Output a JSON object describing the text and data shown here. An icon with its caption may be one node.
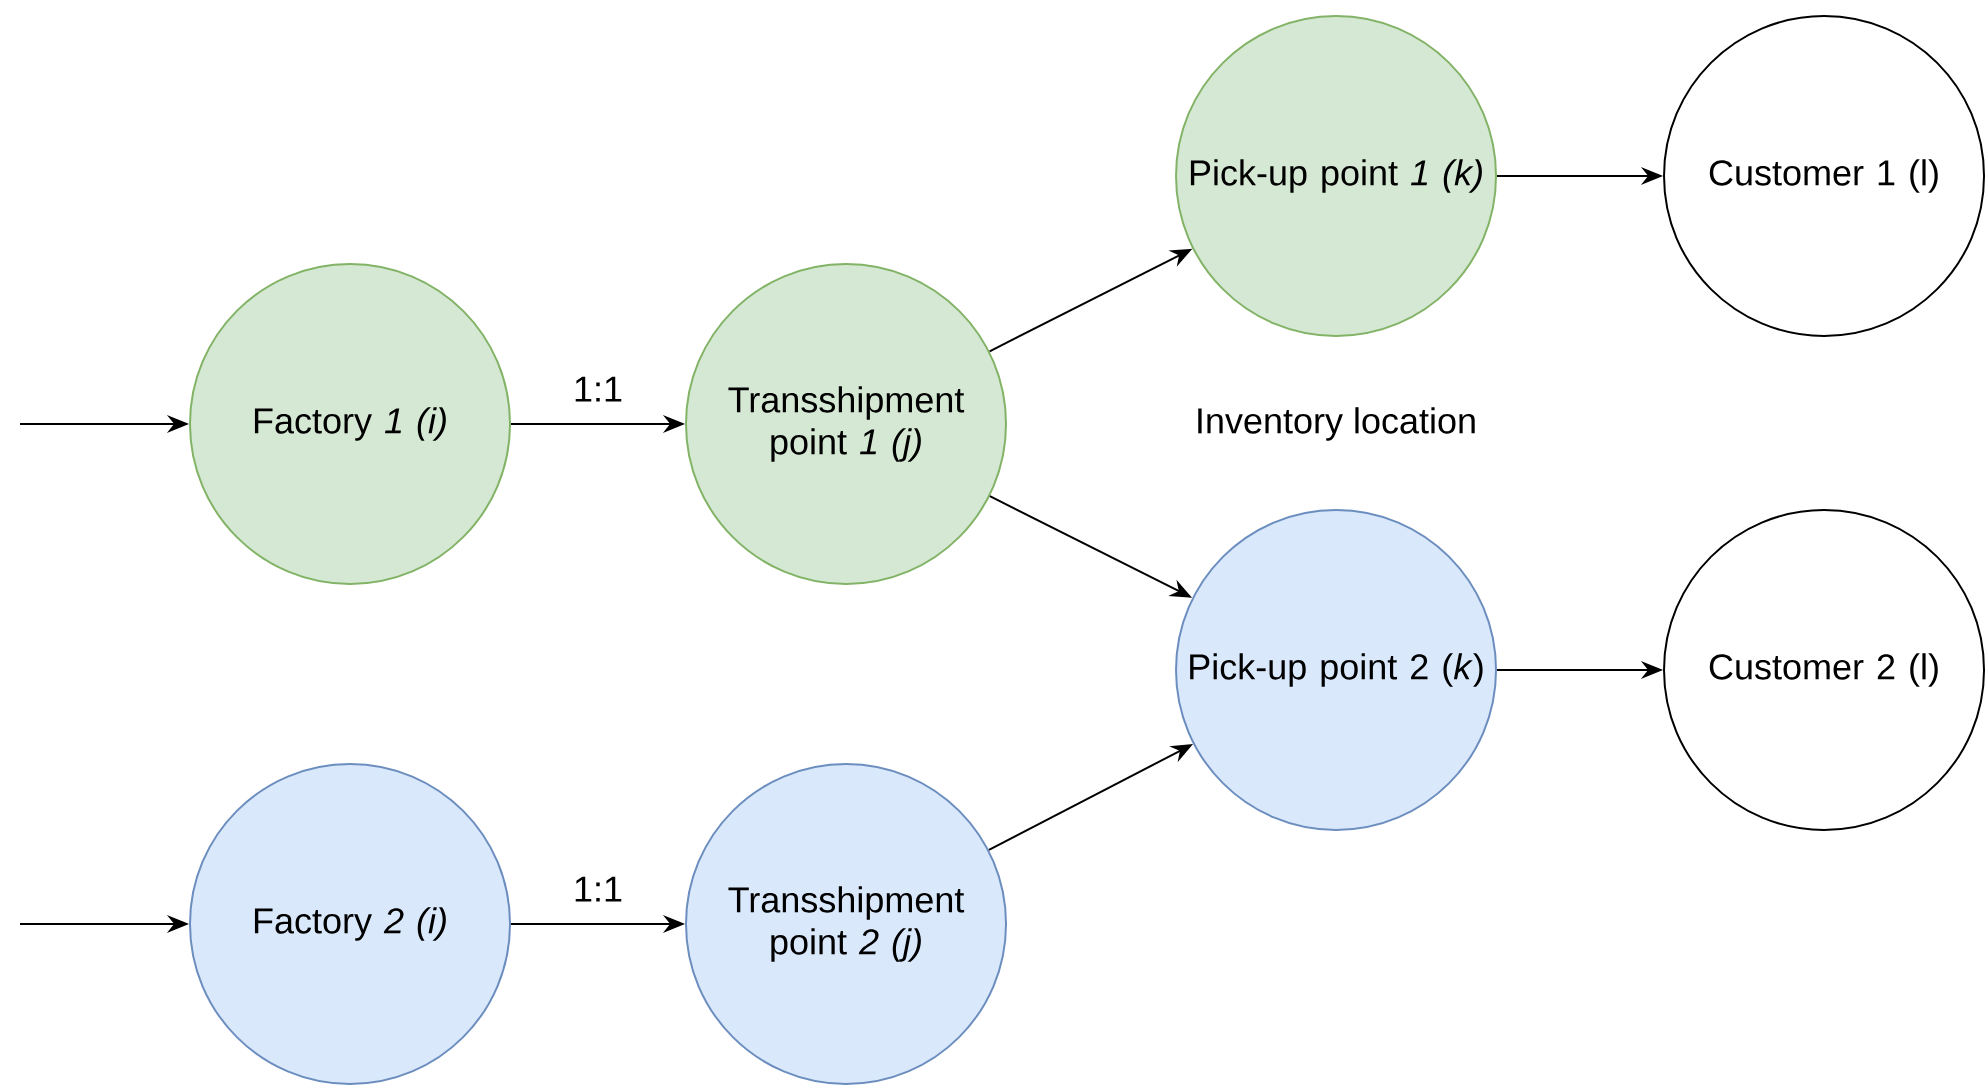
{
  "diagram": {
    "nodes": [
      {
        "text": [
          "Factory *1 (i)*"
        ]
      },
      {
        "text": [
          "Transshipment point *1 (j)*"
        ]
      },
      {
        "text": [
          "Pick-up point *1 (k)*"
        ]
      },
      {
        "text": [
          "Customer 1 (l)"
        ]
      },
      {
        "text": [
          "Pick-up point 2 (*k*)"
        ]
      },
      {
        "text": [
          "Customer 2 (l)"
        ]
      },
      {
        "text": [
          "Factory *2 (i)*"
        ]
      },
      {
        "text": [
          "Transshipment point *2 (j)*"
        ]
      }
    ],
    "edges": [
      {
        "from": null,
        "to": 0,
        "arrow": "to"
      },
      {
        "from": 0,
        "to": 1,
        "arrow": "to",
        "label": "1:1"
      },
      {
        "from": 1,
        "to": 2,
        "arrow": "to"
      },
      {
        "from": 1,
        "to": 4,
        "arrow": "to"
      },
      {
        "from": 2,
        "to": 3,
        "arrow": "to"
      },
      {
        "from": 4,
        "to": 5,
        "arrow": "to"
      },
      {
        "from": null,
        "to": 6,
        "arrow": "to"
      },
      {
        "from": 6,
        "to": 7,
        "arrow": "to",
        "label": "1:1"
      },
      {
        "from": 7,
        "to": 4,
        "arrow": "to"
      }
    ],
    "labels": [
      "Inventory location"
    ]
  }
}
